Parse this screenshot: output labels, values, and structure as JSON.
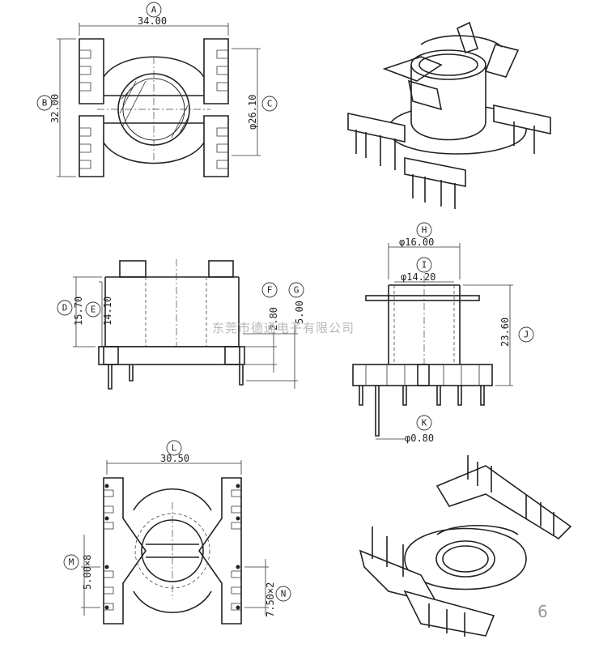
{
  "drawing": {
    "top_view": {
      "label_a": "A",
      "dim_a": "34.00",
      "label_b": "B",
      "dim_b": "32.00",
      "label_c": "C",
      "dim_c": "φ26.10"
    },
    "side_view": {
      "label_d": "D",
      "dim_d": "15.70",
      "label_e": "E",
      "dim_e": "14.10",
      "label_f": "F",
      "dim_f": "2.80",
      "label_g": "G",
      "dim_g": "5.00"
    },
    "front_view": {
      "label_h": "H",
      "dim_h": "φ16.00",
      "label_i": "I",
      "dim_i": "φ14.20",
      "label_j": "J",
      "dim_j": "23.60",
      "label_k": "K",
      "dim_k": "φ0.80"
    },
    "bottom_view": {
      "label_l": "L",
      "dim_l": "30.50",
      "label_m": "M",
      "dim_m": "5.00×8",
      "label_n": "N",
      "dim_n": "7.50×2"
    },
    "watermark": "东莞市德通电子有限公司",
    "page_number": "6"
  }
}
